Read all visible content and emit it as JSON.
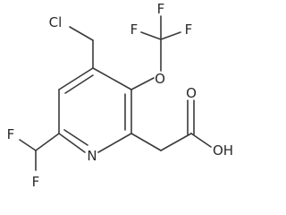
{
  "molecule": {
    "atoms": {
      "chlorine": "Cl",
      "fluorine_top_1": "F",
      "fluorine_top_2": "F",
      "fluorine_top_3": "F",
      "ether_oxygen": "O",
      "ring_nitrogen": "N",
      "fluorine_bottom_1": "F",
      "fluorine_bottom_2": "F",
      "carbonyl_oxygen": "O",
      "hydroxyl": "OH"
    },
    "colors": {
      "bond": "#3a3a3a",
      "label": "#2a2a2a",
      "background": "#ffffff"
    }
  }
}
